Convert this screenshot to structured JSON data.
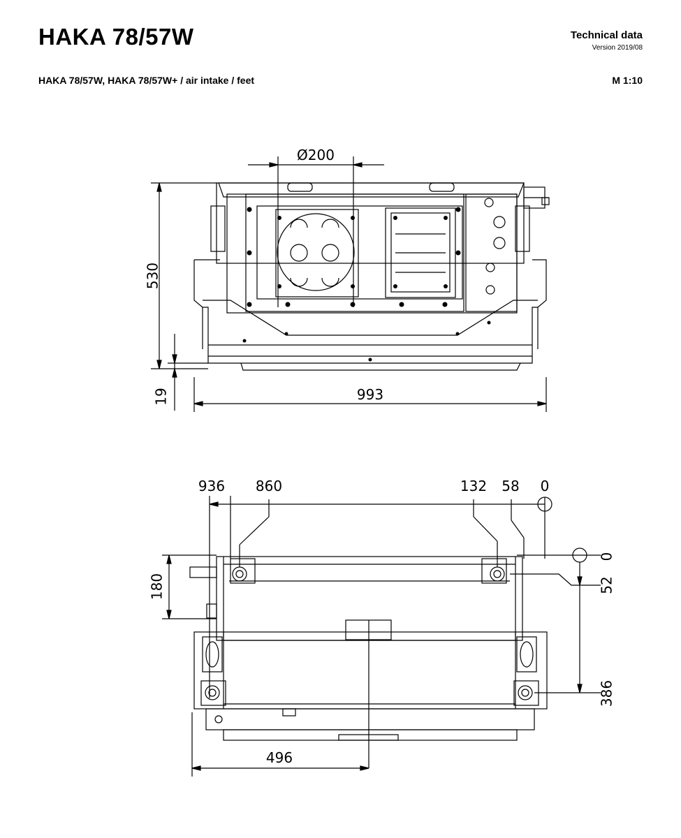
{
  "header": {
    "title": "HAKA 78/57W",
    "tech_label": "Technical data",
    "version": "Version 2019/08",
    "subtitle": "HAKA 78/57W, HAKA 78/57W+ / air intake / feet",
    "scale": "M 1:10"
  },
  "top_view": {
    "dim_diameter": "Ø200",
    "dim_height": "530",
    "dim_feet": "19",
    "dim_width": "993"
  },
  "bottom_view": {
    "dim_936": "936",
    "dim_860": "860",
    "dim_132": "132",
    "dim_58": "58",
    "dim_0_top": "0",
    "dim_0_right": "0",
    "dim_52": "52",
    "dim_386": "386",
    "dim_180": "180",
    "dim_496": "496"
  }
}
